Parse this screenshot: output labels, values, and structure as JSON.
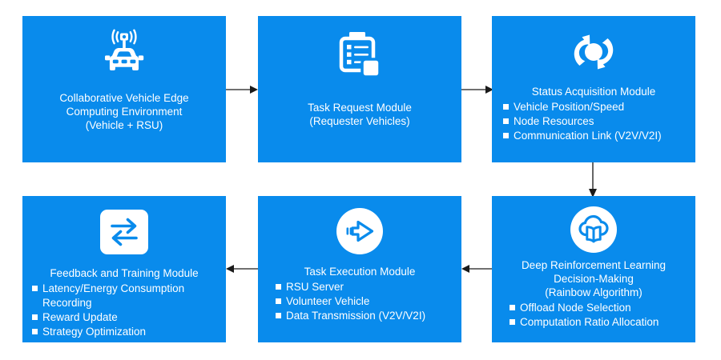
{
  "theme": {
    "box_fill": "#098BEC",
    "text_color": "#FFFFFF",
    "arrow_color": "#404040",
    "background": "#FFFFFF"
  },
  "diagram": {
    "type": "flowchart",
    "nodes": [
      {
        "id": "collaborative-vehicle-edge-computing-environment",
        "icon": "connected-car-icon",
        "title": "Collaborative Vehicle Edge\nComputing Environment\n(Vehicle + RSU)",
        "bullets": []
      },
      {
        "id": "task-request-module",
        "icon": "clipboard-task-list-icon",
        "title": "Task Request Module\n(Requester Vehicles)",
        "bullets": []
      },
      {
        "id": "status-acquisition-module",
        "icon": "sync-refresh-icon",
        "title": "Status Acquisition Module",
        "bullets": [
          "Vehicle Position/Speed",
          "Node Resources",
          "Communication Link (V2V/V2I)"
        ]
      },
      {
        "id": "deep-reinforcement-learning-decision-making",
        "icon": "cloud-learning-book-icon",
        "title": "Deep Reinforcement Learning\nDecision-Making\n(Rainbow Algorithm)",
        "bullets": [
          "Offload Node Selection",
          "Computation Ratio Allocation"
        ]
      },
      {
        "id": "task-execution-module",
        "icon": "arrow-execute-circle-icon",
        "title": "Task Execution Module",
        "bullets": [
          "RSU Server",
          "Volunteer Vehicle",
          "Data Transmission (V2V/V2I)"
        ]
      },
      {
        "id": "feedback-and-training-module",
        "icon": "bidirectional-exchange-icon",
        "title": "Feedback and Training Module",
        "bullets": [
          "Latency/Energy Consumption",
          "Recording",
          "Reward Update",
          "Strategy Optimization"
        ]
      }
    ],
    "connectors": [
      {
        "id": "edge-to-request",
        "direction": "right"
      },
      {
        "id": "request-to-status",
        "direction": "right"
      },
      {
        "id": "status-to-drl",
        "direction": "down"
      },
      {
        "id": "drl-to-execution",
        "direction": "left"
      },
      {
        "id": "execution-to-feedback",
        "direction": "left"
      }
    ]
  }
}
